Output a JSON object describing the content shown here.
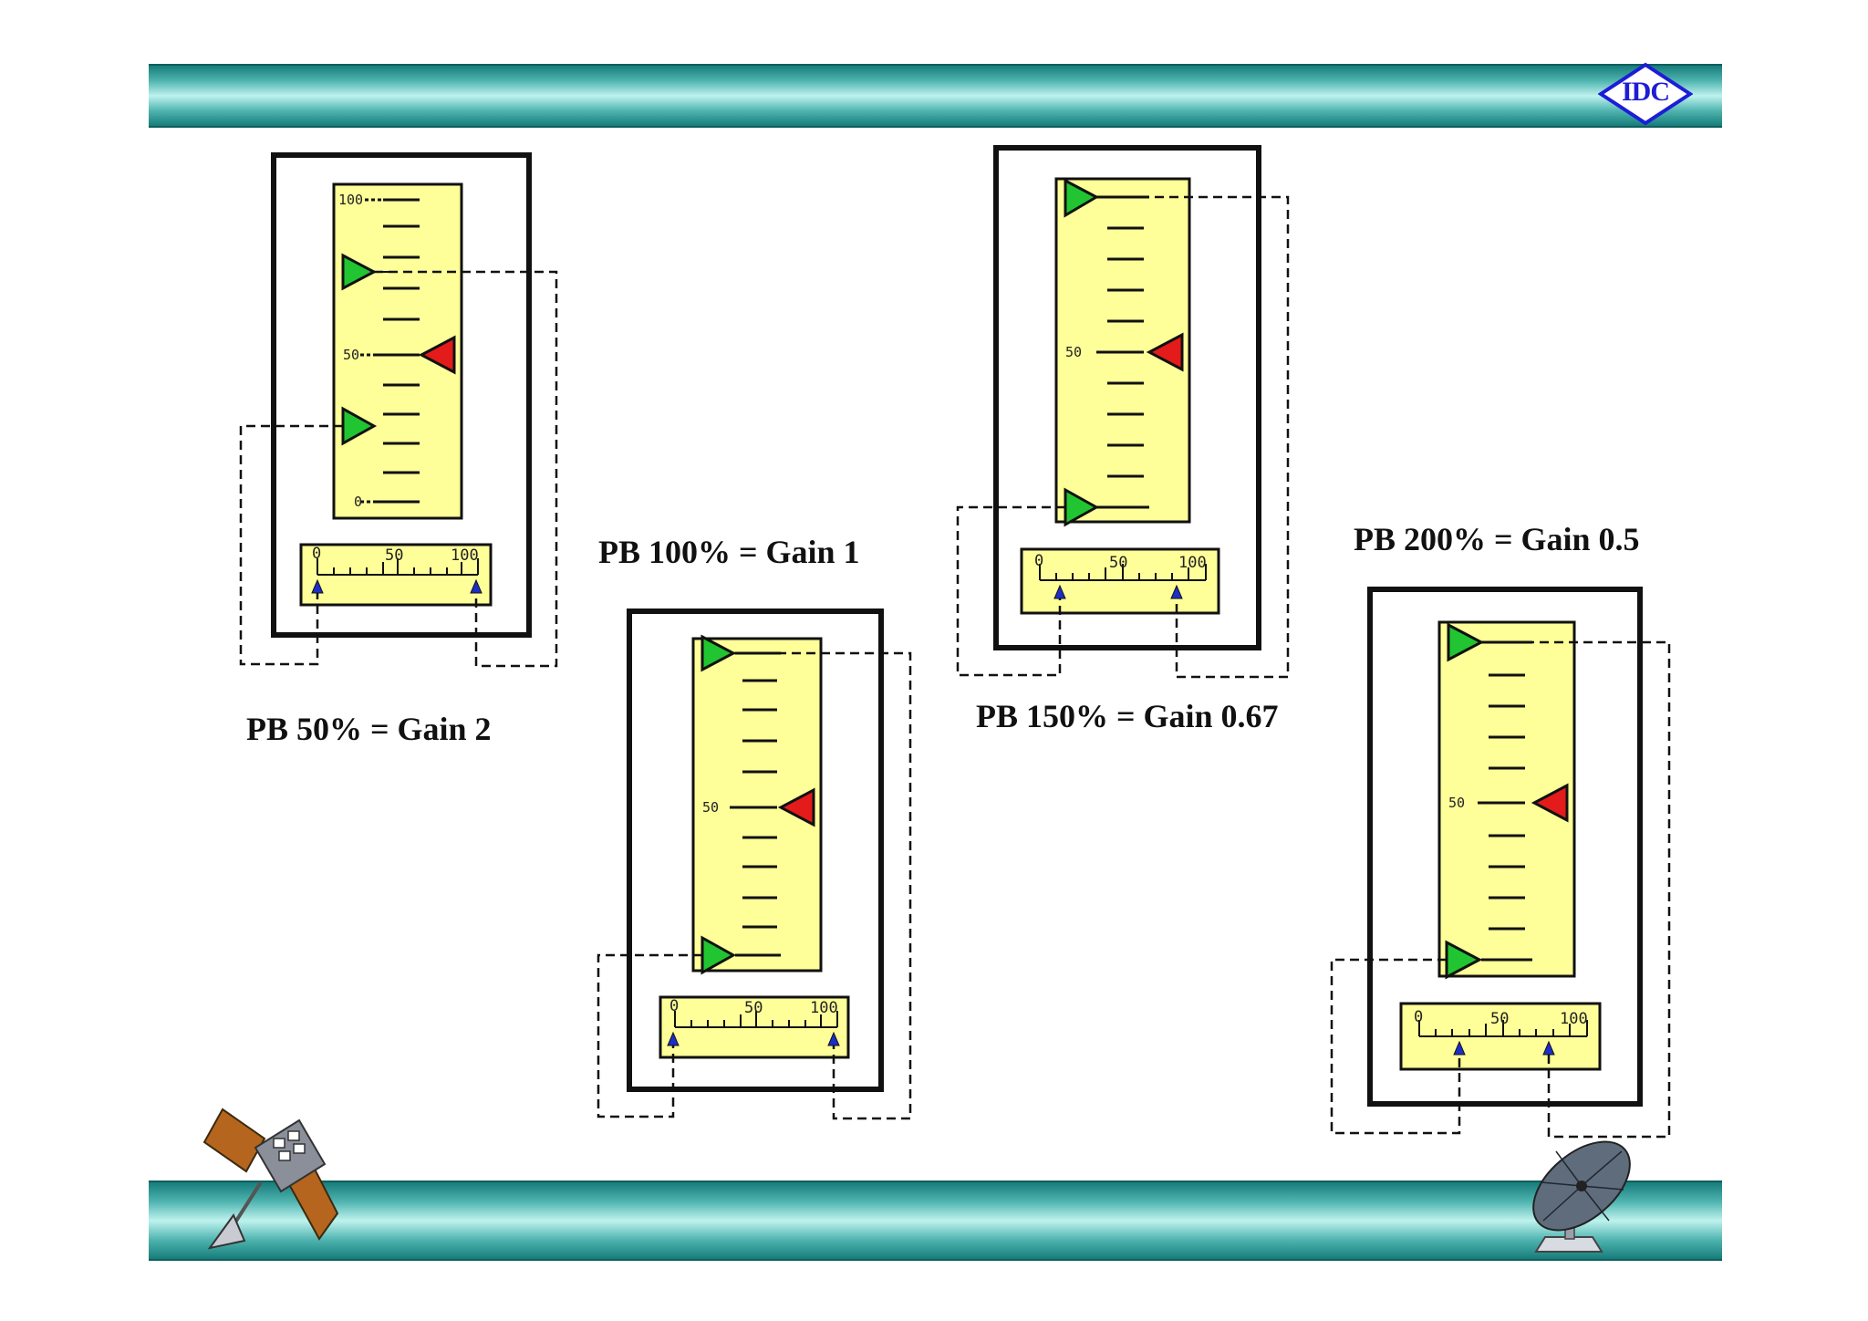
{
  "slide": {
    "logo_text": "IDC",
    "colors": {
      "band_dark": "#177d7a",
      "band_light": "#bff2ee",
      "meter_face": "#ffff99",
      "pointer_green": "#21c531",
      "pointer_red": "#e31b1b",
      "arrow_blue": "#1b2ec9"
    },
    "icons": [
      "satellite-icon",
      "satellite-dish-icon"
    ]
  },
  "diagrams": [
    {
      "caption": "PB 50% = Gain 2",
      "vertical_scale_labels": [
        "100",
        "50",
        "0"
      ],
      "horizontal_scale_labels": [
        "0",
        "50",
        "100"
      ],
      "green_pointer_values": [
        75,
        25
      ],
      "red_pointer_value": 50
    },
    {
      "caption": "PB 100% = Gain 1",
      "vertical_scale_labels": [
        "50"
      ],
      "horizontal_scale_labels": [
        "0",
        "50",
        "100"
      ],
      "green_pointer_values": [
        100,
        0
      ],
      "red_pointer_value": 50
    },
    {
      "caption": "PB 150% = Gain 0.67",
      "vertical_scale_labels": [
        "50"
      ],
      "horizontal_scale_labels": [
        "0",
        "50",
        "100"
      ],
      "green_pointer_values": [
        100,
        0
      ],
      "red_pointer_value": 50
    },
    {
      "caption": "PB 200% = Gain 0.5",
      "vertical_scale_labels": [
        "50"
      ],
      "horizontal_scale_labels": [
        "0",
        "50",
        "100"
      ],
      "green_pointer_values": [
        100,
        0
      ],
      "red_pointer_value": 50
    }
  ]
}
